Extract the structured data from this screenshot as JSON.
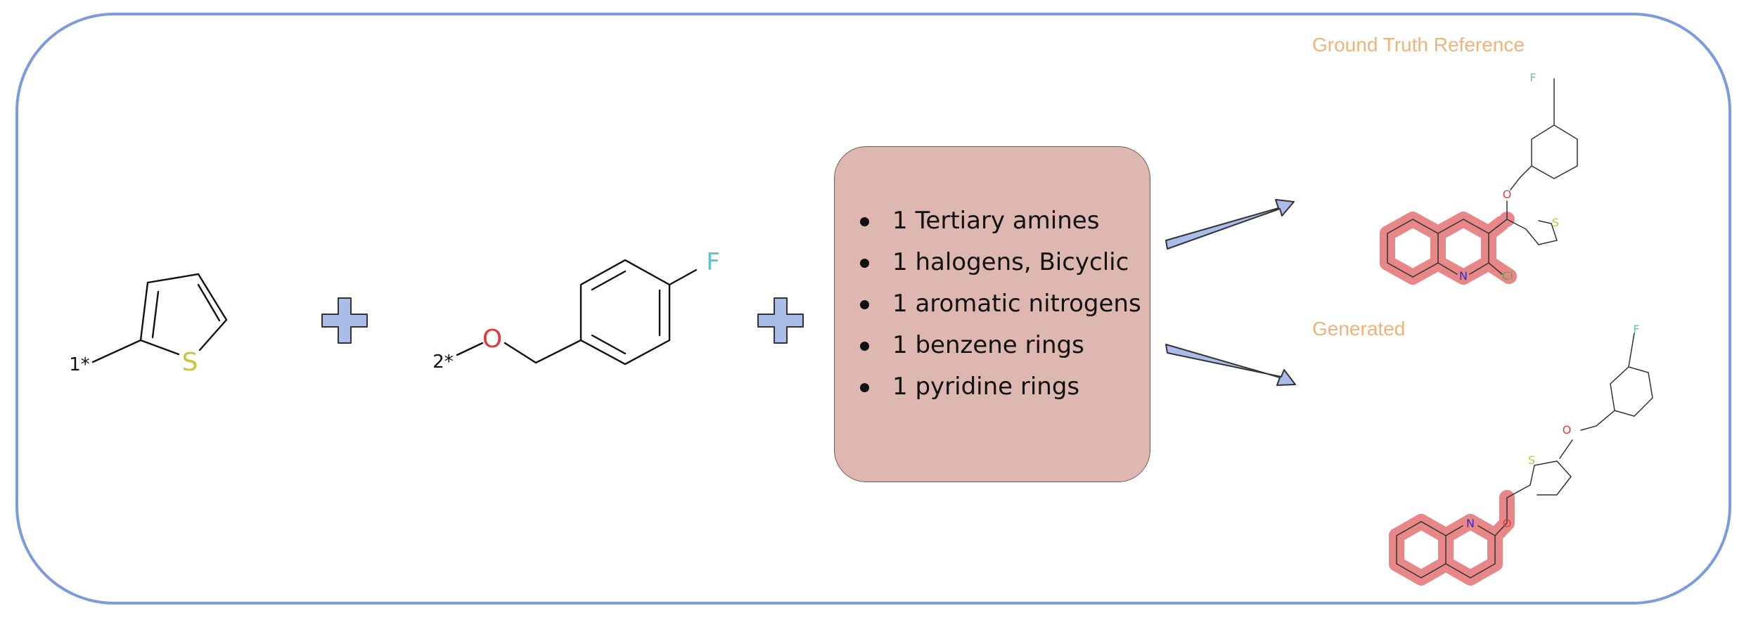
{
  "fragments": [
    {
      "attachment_label": "1*",
      "heteroatom": "S",
      "heteroatom_color": "#c9c43a"
    },
    {
      "attachment_label": "2*",
      "oxygen": "O",
      "oxygen_color": "#e03a3a",
      "halogen": "F",
      "halogen_color": "#5cc6c6"
    }
  ],
  "plus_signs": [
    "plus",
    "plus"
  ],
  "properties": [
    "1 Tertiary amines",
    "1 halogens, Bicyclic",
    "1 aromatic nitrogens",
    "1 benzene rings",
    "1 pyridine rings"
  ],
  "outputs": {
    "reference": {
      "caption": "Ground Truth Reference",
      "atoms": {
        "fluorine": "F",
        "oxygen": "O",
        "sulfur": "S",
        "nitrogen": "N",
        "chlorine": "Cl"
      }
    },
    "generated": {
      "caption": "Generated",
      "atoms": {
        "fluorine": "F",
        "oxygen_a": "O",
        "sulfur": "S",
        "nitrogen": "N",
        "oxygen_b": "O"
      }
    }
  },
  "colors": {
    "frame": "#7b9bdc",
    "box_fill": "#deb8b0",
    "caption": "#efb37a",
    "highlight": "#e57373",
    "arrow_fill": "#a9bde8",
    "nitrogen": "#2a2ad0",
    "chlorine": "#4bb04b"
  }
}
